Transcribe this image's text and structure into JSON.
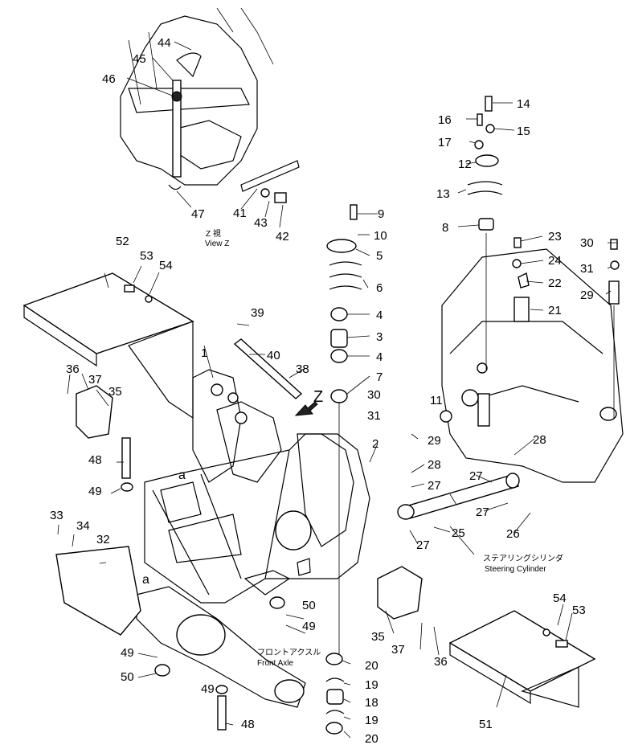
{
  "diagram": {
    "view_caption_jp": "Z 視",
    "view_caption_en": "View Z",
    "view_arrow_label": "Z",
    "steering_cylinder_jp": "ステアリングシリンダ",
    "steering_cylinder_en": "Steering Cylinder",
    "front_axle_jp": "フロントアクスル",
    "front_axle_en": "Front Axle",
    "ref_marker": "a",
    "callouts": [
      "1",
      "2",
      "3",
      "4",
      "5",
      "6",
      "7",
      "8",
      "9",
      "10",
      "11",
      "12",
      "13",
      "14",
      "15",
      "16",
      "17",
      "18",
      "19",
      "20",
      "21",
      "22",
      "23",
      "24",
      "25",
      "26",
      "27",
      "28",
      "29",
      "30",
      "31",
      "32",
      "33",
      "34",
      "35",
      "36",
      "37",
      "38",
      "39",
      "40",
      "41",
      "42",
      "43",
      "44",
      "45",
      "46",
      "47",
      "48",
      "49",
      "50",
      "51",
      "52",
      "53",
      "54"
    ]
  }
}
